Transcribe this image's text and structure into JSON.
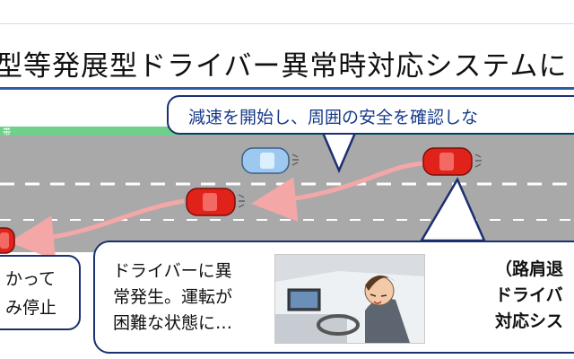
{
  "title": "型等発展型ドライバー異常時対応システムに",
  "road": {
    "shoulder_label": "帯",
    "colors": {
      "road": "#a9a9a9",
      "shoulder": "#6fd08a",
      "lane_line": "#ffffff",
      "path_arrow": "#f4a7a7"
    }
  },
  "callout_top": {
    "text": "減速を開始し、周囲の安全を確認しな"
  },
  "callout_left": {
    "line1": "かって",
    "line2": "み停止"
  },
  "driver_panel": {
    "lines": [
      "ドライバーに異",
      "常発生。運転が",
      "困難な状態に…"
    ]
  },
  "result_panel": {
    "lines": [
      "（路肩退",
      "ドライバ",
      "対応シス"
    ]
  },
  "colors": {
    "callout_border": "#1c2f6f",
    "callout_text": "#173a8a",
    "title_rule": "#2f5ca8",
    "arrow": "#1ea0e6",
    "car_red": "#e0221a",
    "car_blue": "#9dc8ef"
  },
  "icons": [
    "red-car-icon",
    "blue-car-icon",
    "big-blue-arrow-icon",
    "driver-illustration"
  ]
}
